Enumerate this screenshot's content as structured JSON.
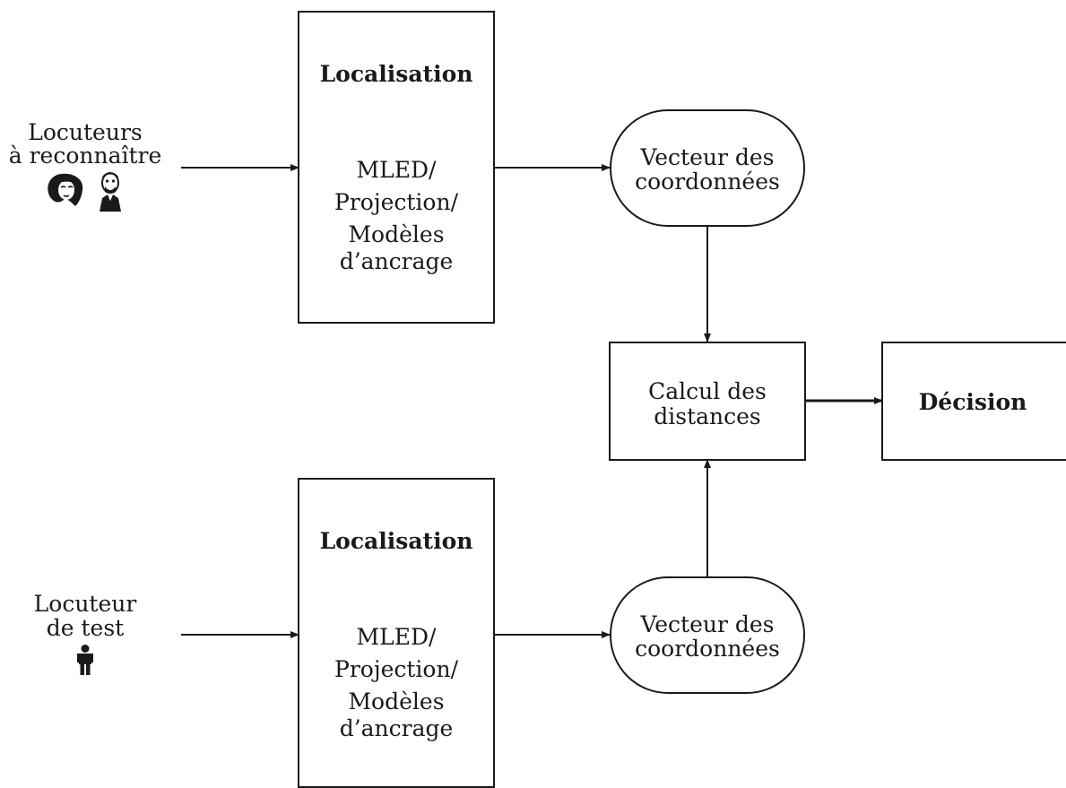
{
  "speakers_to_recognize": {
    "label_line1": "Locuteurs",
    "label_line2": "à reconnaître",
    "icons": [
      "woman-face-icon",
      "man-face-icon"
    ]
  },
  "test_speaker": {
    "label_line1": "Locuteur",
    "label_line2": "de test",
    "icon": "person-icon"
  },
  "localisation_top": {
    "title": "Localisation",
    "line1": "MLED/",
    "line2": "Projection/",
    "line3": "Modèles",
    "line4": "d’ancrage"
  },
  "localisation_bottom": {
    "title": "Localisation",
    "line1": "MLED/",
    "line2": "Projection/",
    "line3": "Modèles",
    "line4": "d’ancrage"
  },
  "vector_top": {
    "line1": "Vecteur des",
    "line2": "coordonnées"
  },
  "vector_bottom": {
    "line1": "Vecteur des",
    "line2": "coordonnées"
  },
  "distance": {
    "line1": "Calcul des",
    "line2": "distances"
  },
  "decision": {
    "label": "Décision"
  },
  "colors": {
    "stroke": "#1a1a1a",
    "background": "#ffffff"
  }
}
